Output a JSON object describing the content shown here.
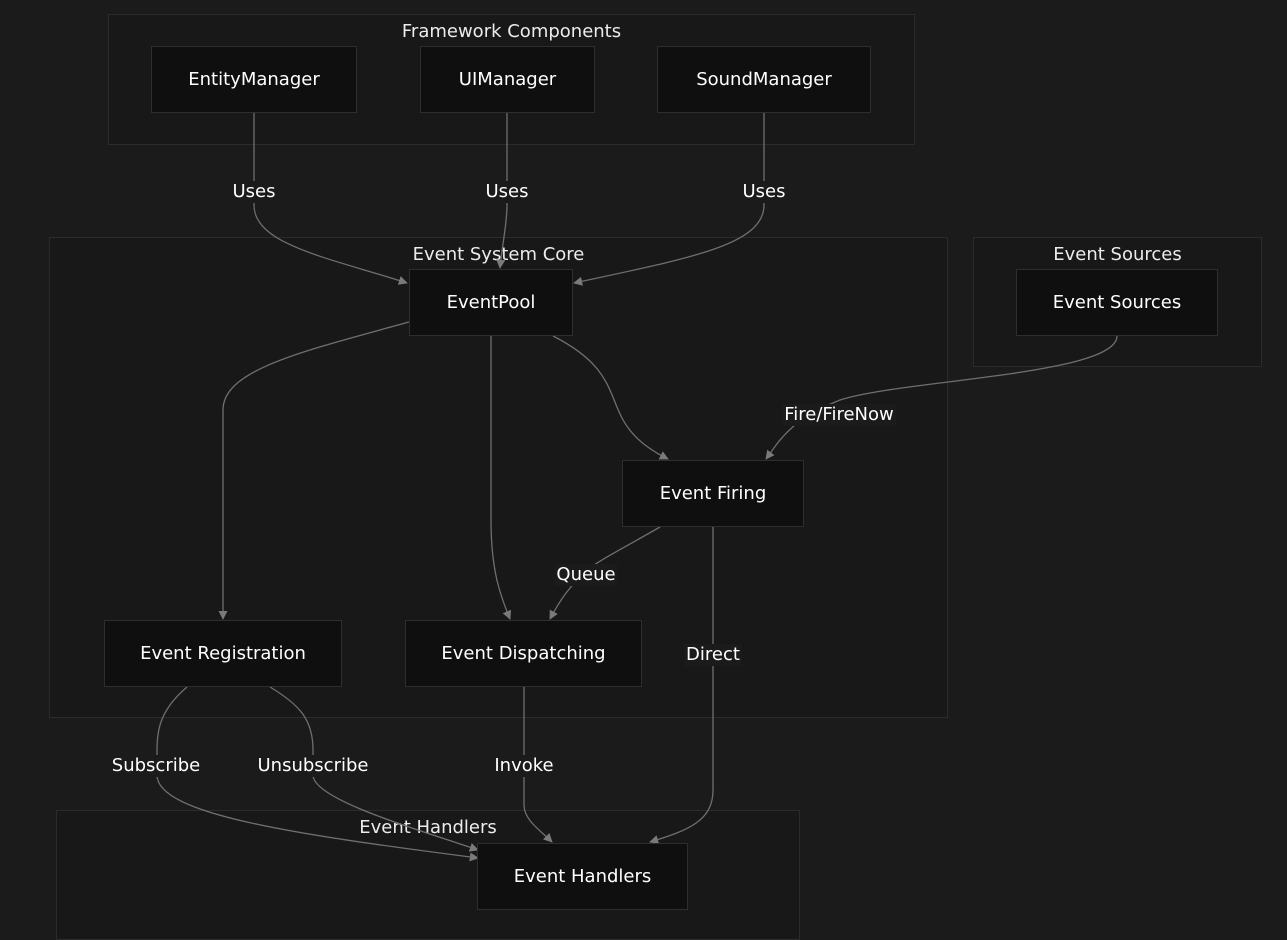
{
  "clusters": {
    "framework": "Framework Components",
    "core": "Event System Core",
    "sources": "Event Sources",
    "handlers": "Event Handlers"
  },
  "nodes": {
    "entity_manager": "EntityManager",
    "ui_manager": "UIManager",
    "sound_manager": "SoundManager",
    "event_pool": "EventPool",
    "event_sources": "Event Sources",
    "event_firing": "Event Firing",
    "event_registration": "Event Registration",
    "event_dispatching": "Event Dispatching",
    "event_handlers": "Event Handlers"
  },
  "edges": {
    "uses_entity": "Uses",
    "uses_ui": "Uses",
    "uses_sound": "Uses",
    "fire": "Fire/FireNow",
    "queue": "Queue",
    "direct": "Direct",
    "subscribe": "Subscribe",
    "unsubscribe": "Unsubscribe",
    "invoke": "Invoke"
  }
}
